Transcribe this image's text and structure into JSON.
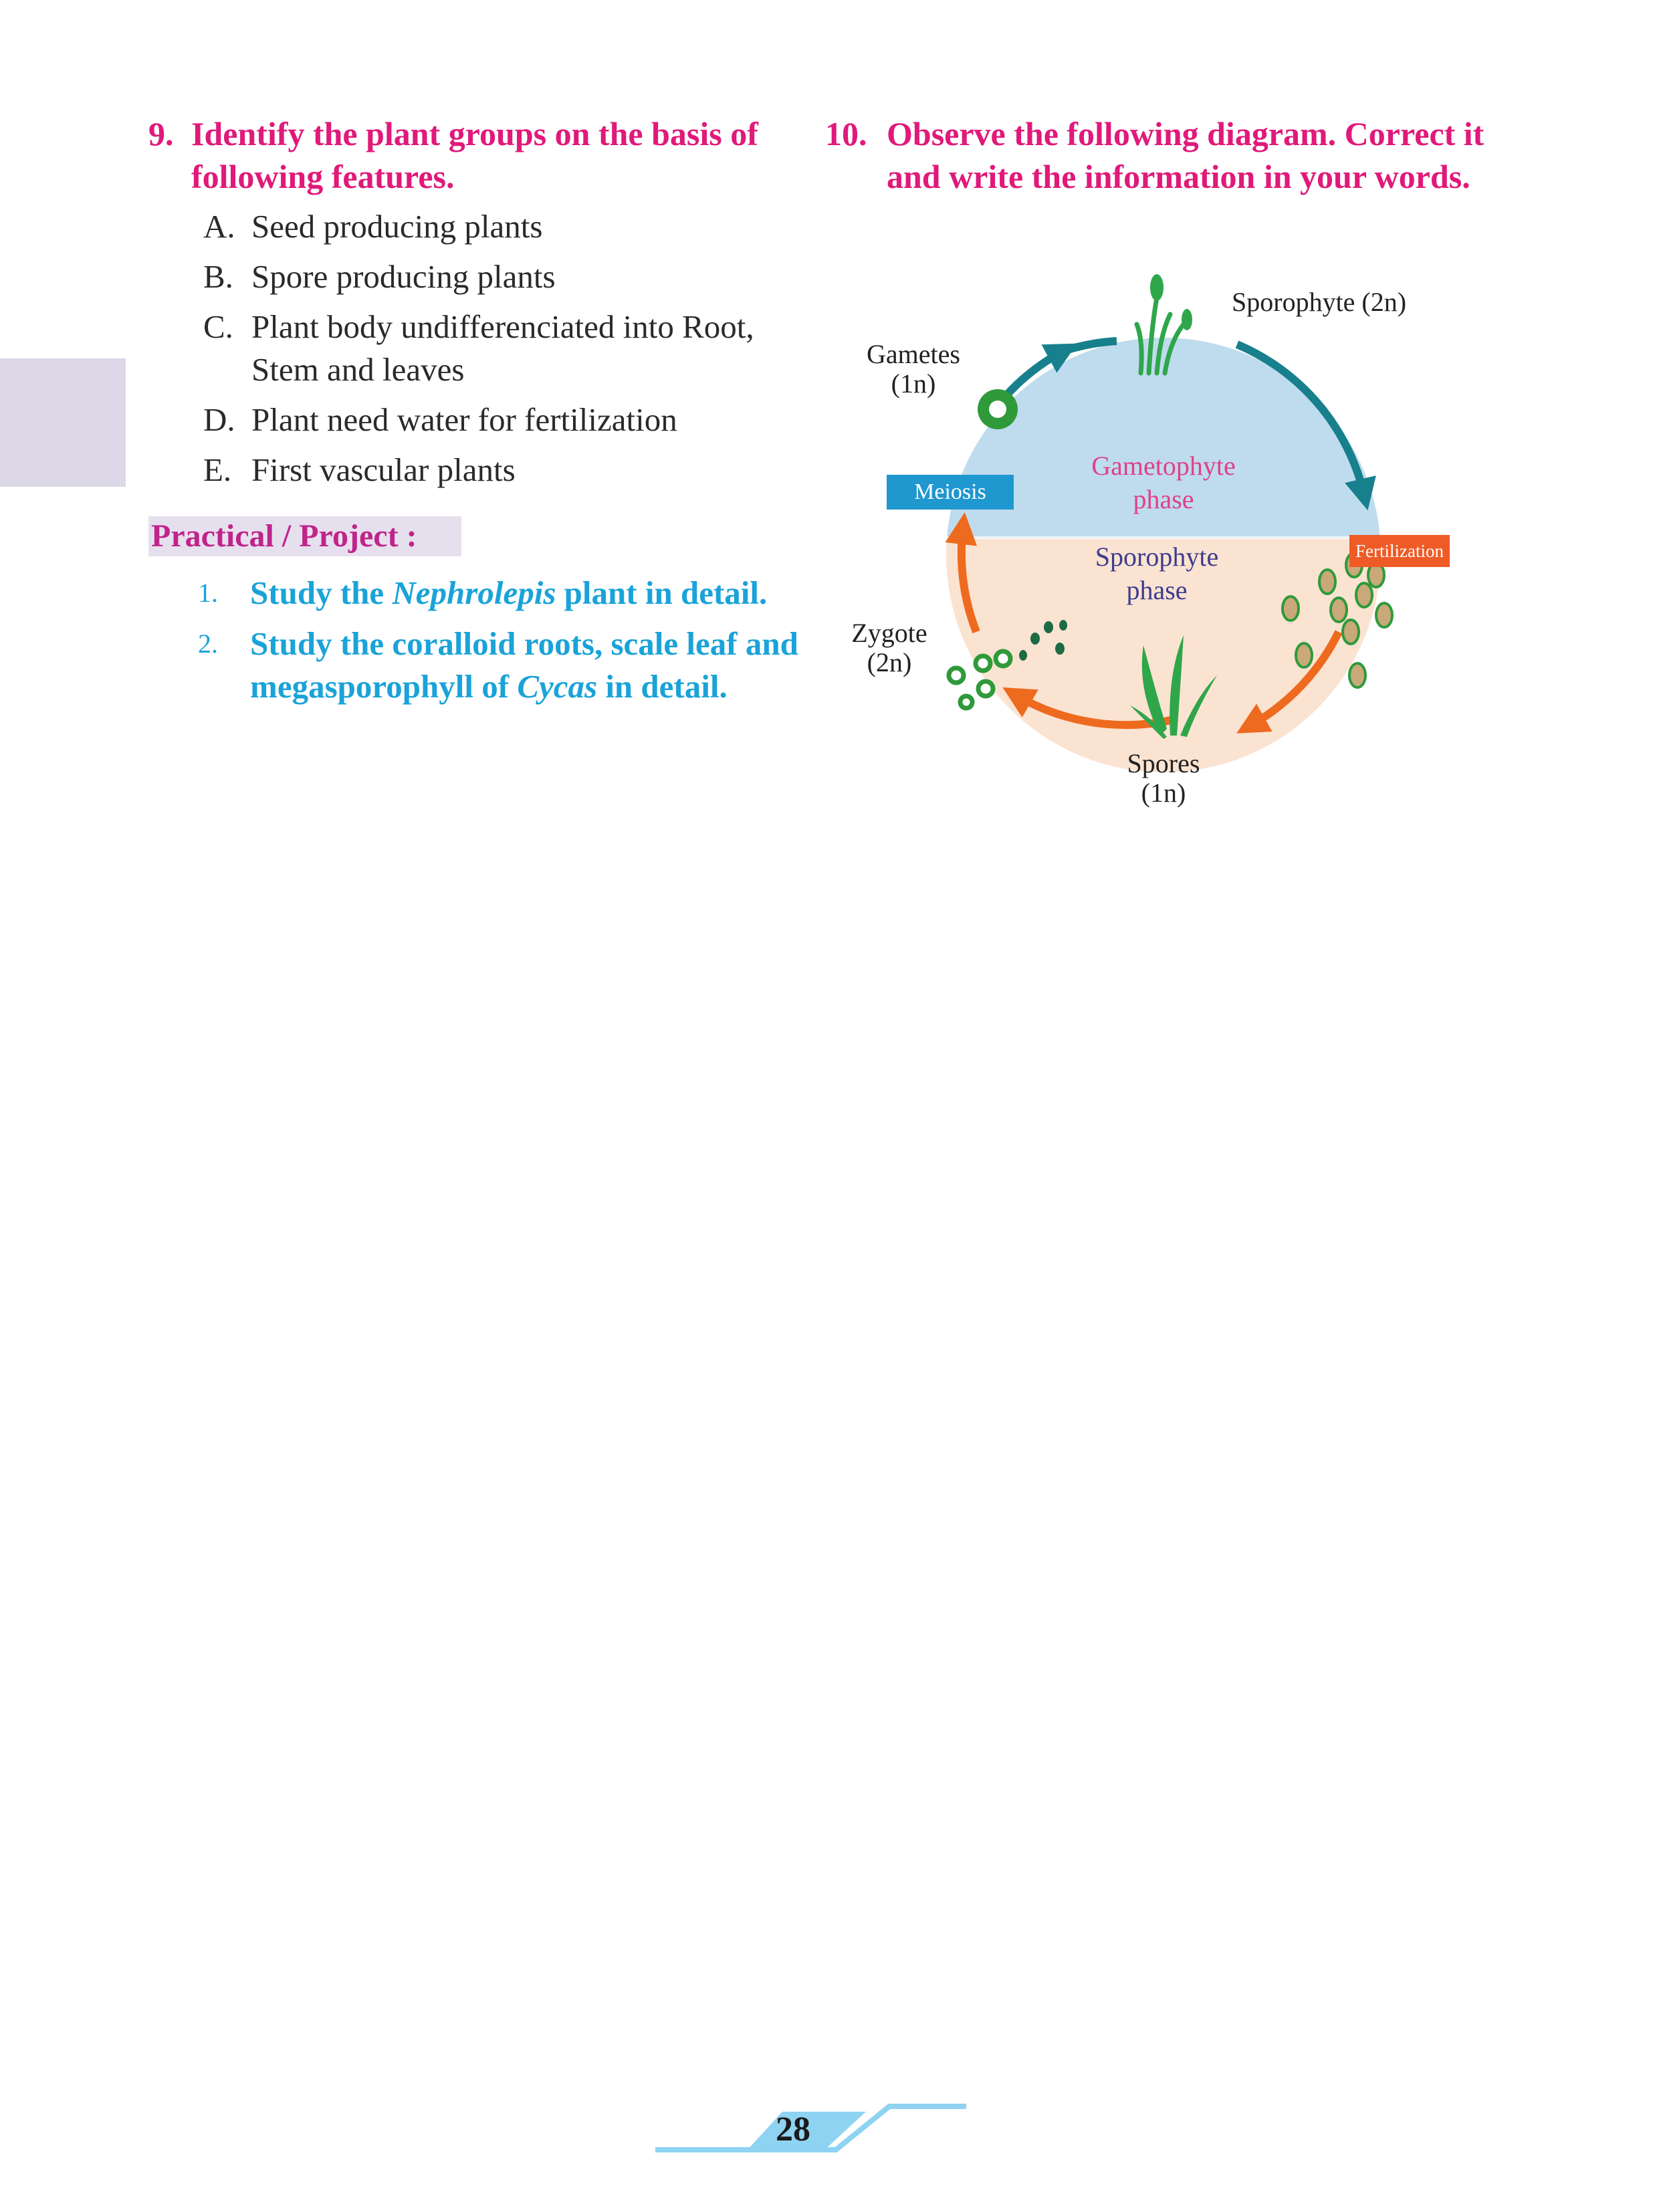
{
  "q9": {
    "number": "9.",
    "title": "Identify the plant groups on the basis of following features.",
    "options": [
      {
        "letter": "A.",
        "text": "Seed producing plants"
      },
      {
        "letter": "B.",
        "text": "Spore producing plants"
      },
      {
        "letter": "C.",
        "text": "Plant body undifferenciated into Root, Stem and leaves"
      },
      {
        "letter": "D.",
        "text": "Plant need water for fertilization"
      },
      {
        "letter": "E.",
        "text": "First vascular plants"
      }
    ]
  },
  "practical": {
    "heading": "Practical / Project :",
    "items": [
      {
        "num": "1.",
        "pre": "Study the ",
        "italic": "Nephrolepis",
        "post": " plant in detail."
      },
      {
        "num": "2.",
        "pre": "Study the coralloid roots, scale leaf and megasporophyll of ",
        "italic": "Cycas",
        "post": " in detail."
      }
    ]
  },
  "q10": {
    "number": "10.",
    "title": "Observe the following diagram. Correct it and write the information in your words."
  },
  "diagram": {
    "sporophyte": "Sporophyte (2n)",
    "gametes": "Gametes",
    "gametes_ploidy": "(1n)",
    "meiosis": "Meiosis",
    "fertilization": "Fertilization",
    "gametophyte_phase_1": "Gametophyte",
    "gametophyte_phase_2": "phase",
    "sporophyte_phase_1": "Sporophyte",
    "sporophyte_phase_2": "phase",
    "zygote": "Zygote",
    "zygote_ploidy": "(2n)",
    "spores": "Spores",
    "spores_ploidy": "(1n)",
    "colors": {
      "gametophyte_bg": "#bfdcee",
      "sporophyte_bg": "#fbe3d2",
      "teal_arrow": "#17808c",
      "orange_arrow": "#ee6a1e",
      "meiosis_tag": "#1f97cf",
      "fertilization_tag": "#ee5b26",
      "plant_green": "#3aa84a",
      "gametophyte_text": "#e0408a",
      "sporophyte_text": "#3d3c8f"
    }
  },
  "page_number": "28"
}
